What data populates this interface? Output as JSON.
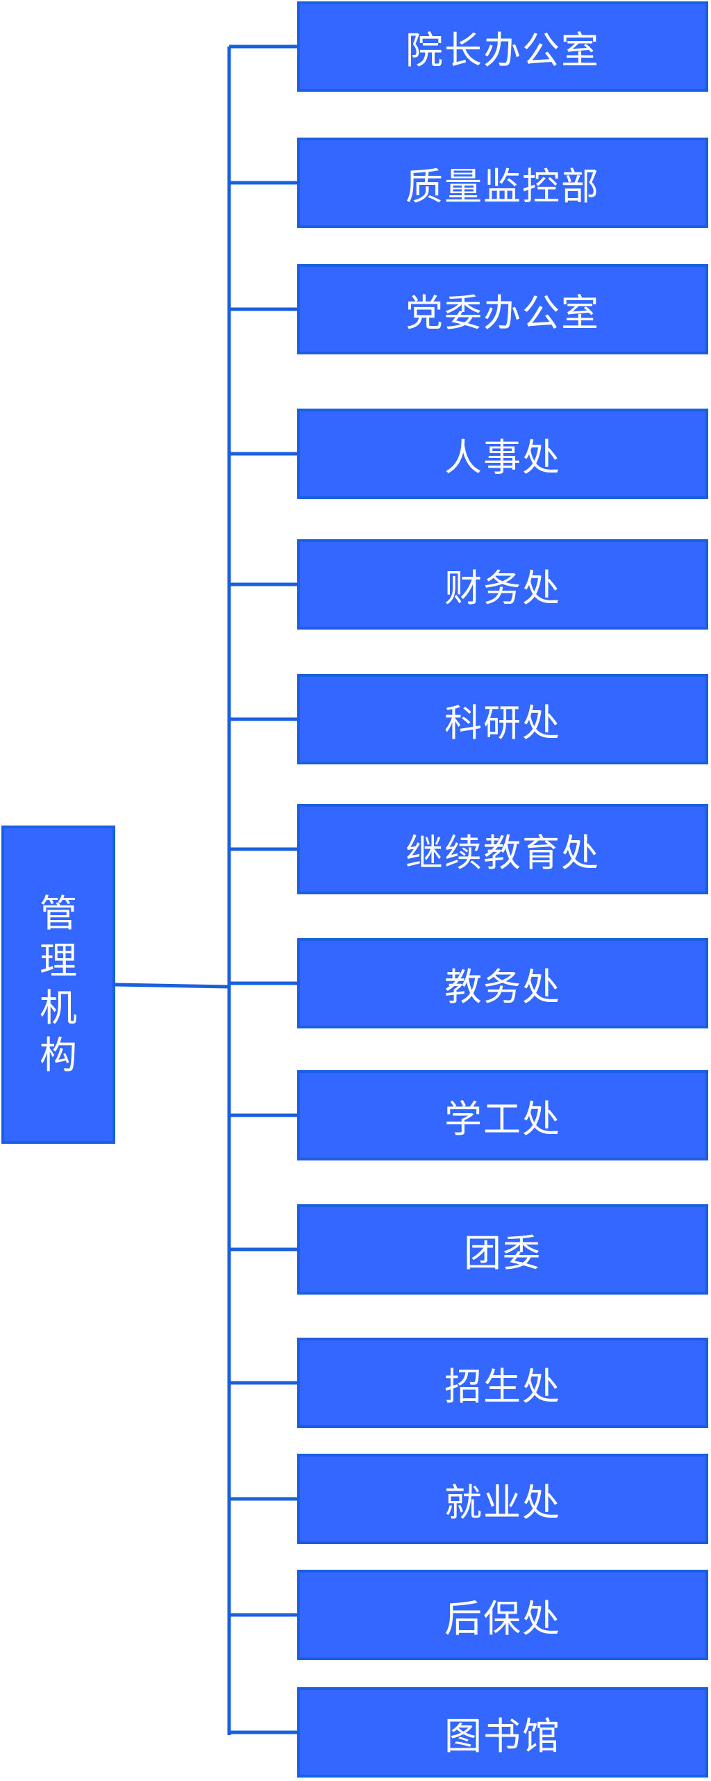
{
  "diagram": {
    "root": {
      "label_chars": [
        "管",
        "理",
        "机",
        "构"
      ]
    },
    "children": [
      {
        "label": "院长办公室"
      },
      {
        "label": "质量监控部"
      },
      {
        "label": "党委办公室"
      },
      {
        "label": "人事处"
      },
      {
        "label": "财务处"
      },
      {
        "label": "科研处"
      },
      {
        "label": "继续教育处"
      },
      {
        "label": "教务处"
      },
      {
        "label": "学工处"
      },
      {
        "label": "团委"
      },
      {
        "label": "招生处"
      },
      {
        "label": "就业处"
      },
      {
        "label": "后保处"
      },
      {
        "label": "图书馆"
      }
    ],
    "colors": {
      "box_fill": "#3467ff",
      "box_border": "#1a5fe0",
      "connector": "#1a5fe0",
      "text": "#ffffff"
    }
  }
}
